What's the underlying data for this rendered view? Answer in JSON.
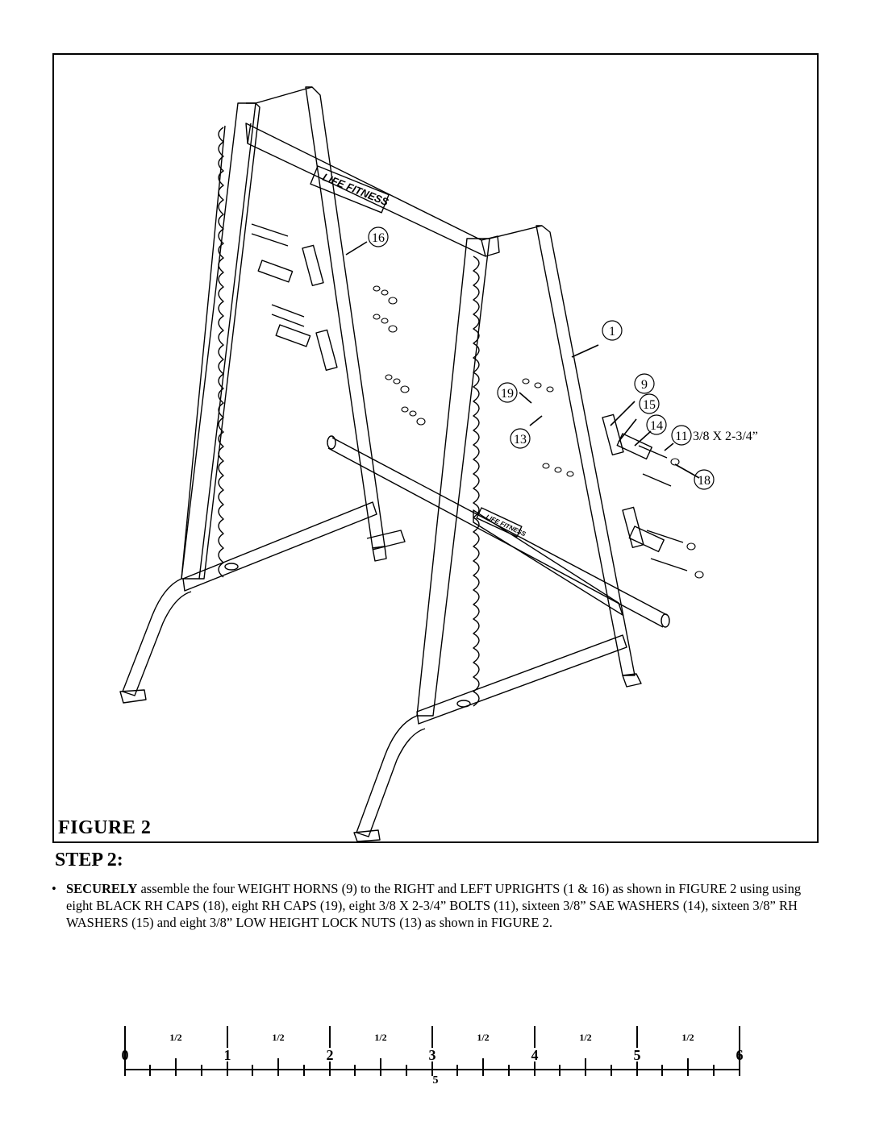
{
  "figure": {
    "caption": "FIGURE 2",
    "brand_top": "LIFE FITNESS",
    "brand_lower": "LIFE FITNESS",
    "callouts": [
      "16",
      "1",
      "9",
      "19",
      "15",
      "14",
      "11",
      "13",
      "18"
    ],
    "bolt_spec": "3/8 X 2-3/4”"
  },
  "step": {
    "heading": "STEP 2:",
    "bullet_bold": "SECURELY",
    "bullet_text": " assemble the four WEIGHT HORNS (9) to the RIGHT and LEFT UPRIGHTS (1 & 16) as shown in FIGURE 2 using using eight BLACK RH CAPS (18), eight RH CAPS (19), eight 3/8 X 2-3/4” BOLTS (11), sixteen 3/8” SAE WASHERS (14), sixteen 3/8” RH WASHERS (15) and eight 3/8” LOW HEIGHT LOCK NUTS (13) as shown in FIGURE 2."
  },
  "ruler": {
    "numbers": [
      "0",
      "1",
      "2",
      "3",
      "4",
      "5",
      "6"
    ],
    "half_label": "1/2"
  },
  "page_number": "5"
}
